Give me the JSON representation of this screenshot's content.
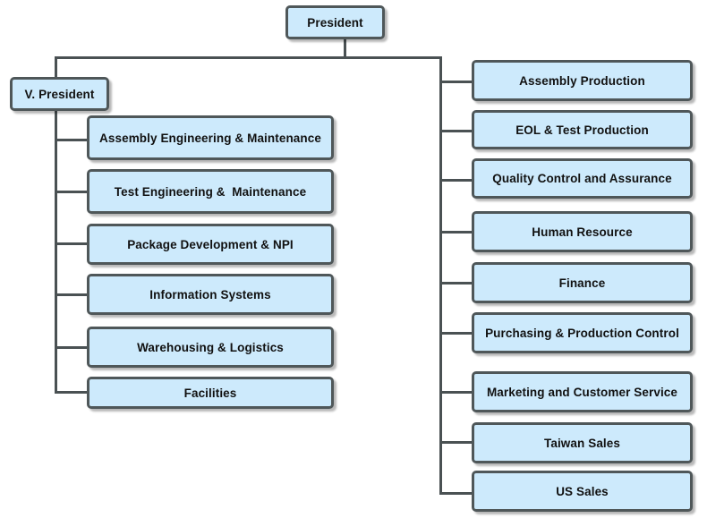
{
  "president": "President",
  "vice_president": "V. President",
  "left_units": [
    "Assembly Engineering & Maintenance",
    "Test Engineering &  Maintenance",
    "Package Development & NPI",
    "Information Systems",
    "Warehousing & Logistics",
    "Facilities"
  ],
  "right_units": [
    "Assembly Production",
    "EOL & Test Production",
    "Quality Control and Assurance",
    "Human Resource",
    "Finance",
    "Purchasing & Production Control",
    "Marketing and Customer Service",
    "Taiwan Sales",
    "US Sales"
  ]
}
